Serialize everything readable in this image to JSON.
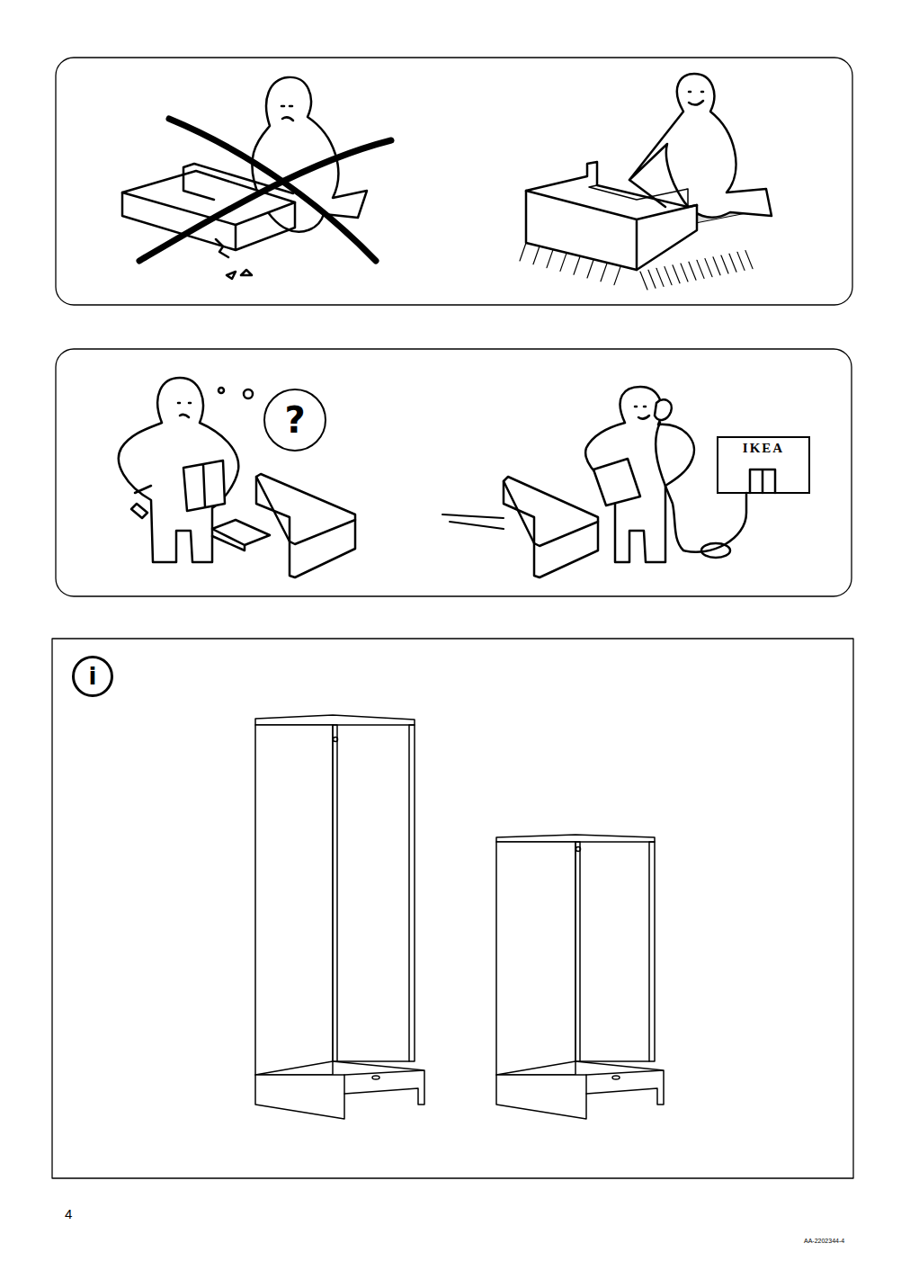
{
  "diagram": {
    "nodes": [
      {
        "text": [
          "?"
        ]
      },
      {
        "text": [
          "IKEA"
        ]
      },
      {
        "text": [
          "i"
        ]
      }
    ],
    "labels": [
      "4",
      "AA-2202344-4"
    ]
  }
}
